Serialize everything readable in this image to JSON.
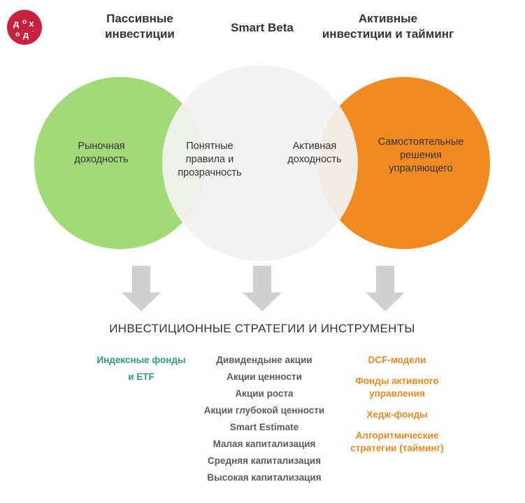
{
  "logo": {
    "text": "доход",
    "color": "#c8213d"
  },
  "headers": {
    "passive": [
      "Пассивные",
      "инвестиции"
    ],
    "smart": "Smart Beta",
    "active": [
      "Активные",
      "инвестиции и тайминг"
    ]
  },
  "circles": {
    "left": {
      "lines": [
        "Рыночная",
        "доходность"
      ],
      "color": "#a3d977"
    },
    "middle": {
      "lines": [
        "Понятные",
        "правила и",
        "прозрачность"
      ],
      "color": "#f2f2f2"
    },
    "right_overlap": {
      "lines": [
        "Активная",
        "доходность"
      ]
    },
    "right": {
      "lines": [
        "Самостоятельные",
        "решения",
        "упраляющего"
      ],
      "color": "#f08a21"
    }
  },
  "arrow_color": "#cfcfcf",
  "section_title": "ИНВЕСТИЦИОННЫЕ СТРАТЕГИИ И ИНСТРУМЕНТЫ",
  "columns": {
    "passive": [
      "Индексные фонды",
      "и ETF"
    ],
    "smart": [
      "Дивидендыне акции",
      "Акции ценности",
      "Акции роста",
      "Акции глубокой ценности",
      "Smart Estimate",
      "Малая капитализация",
      "Средняя капитализация",
      "Высокая капитализация"
    ],
    "active": [
      "DCF-модели",
      "Фонды активного управления",
      "Хедж-фонды",
      "Алгоритмические стратегии (тайминг)"
    ]
  }
}
